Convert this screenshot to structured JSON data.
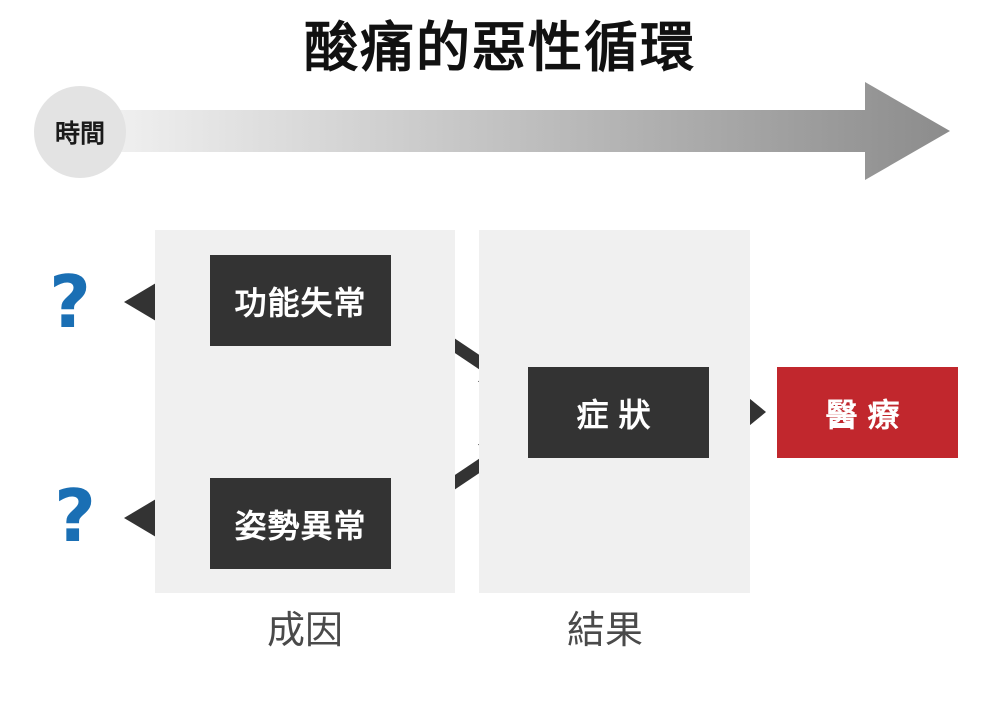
{
  "title": "酸痛的惡性循環",
  "timeline": {
    "label": "時間"
  },
  "boxes": {
    "dysfunction": "功能失常",
    "posture": "姿勢異常",
    "symptom": "症狀",
    "medical": "醫療"
  },
  "unknown_marks": [
    "?",
    "?"
  ],
  "captions": {
    "cause": "成因",
    "result": "結果"
  },
  "colors": {
    "box_dark": "#333333",
    "medical_red": "#c1272d",
    "question_blue": "#1a6fb4",
    "panel_gray": "#f0f0f0"
  }
}
